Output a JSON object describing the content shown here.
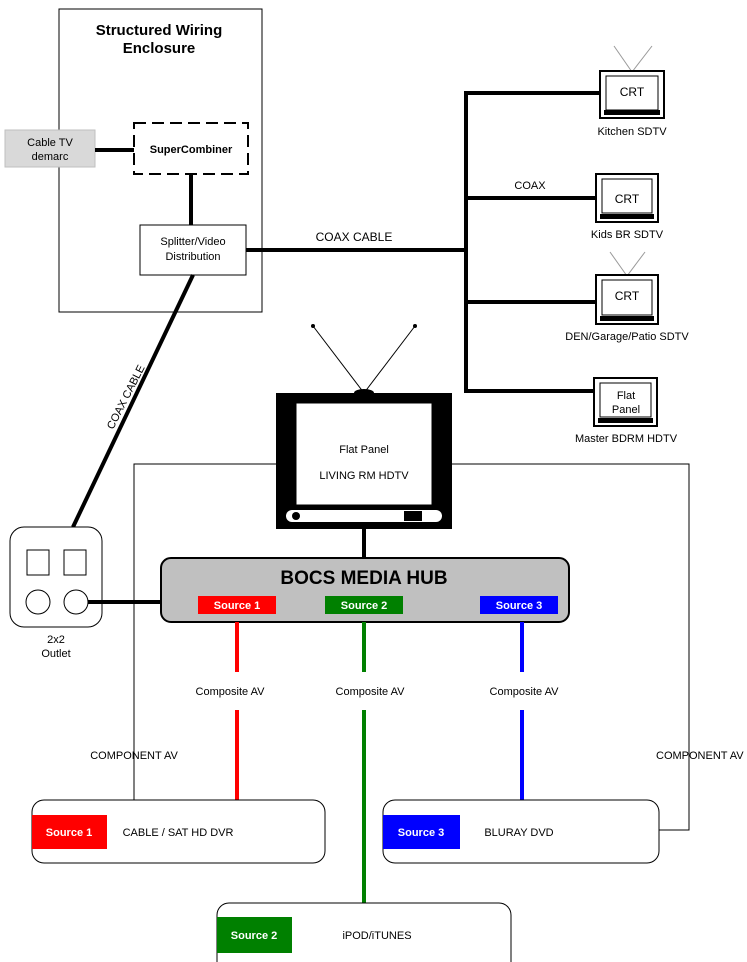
{
  "enclosure": {
    "title_line1": "Structured Wiring",
    "title_line2": "Enclosure"
  },
  "demarc": {
    "line1": "Cable TV",
    "line2": "demarc"
  },
  "supercombiner": {
    "label": "SuperCombiner"
  },
  "splitter": {
    "line1": "Splitter/Video",
    "line2": "Distribution"
  },
  "cables": {
    "coax_cable_main": "COAX CABLE",
    "coax_branch": "COAX",
    "coax_cable_diag": "COAX CABLE",
    "composite_1": "Composite AV",
    "composite_2": "Composite AV",
    "composite_3": "Composite AV",
    "component_left": "COMPONENT AV",
    "component_right": "COMPONENT AV"
  },
  "tvs": [
    {
      "screen": "CRT",
      "caption": "Kitchen SDTV"
    },
    {
      "screen": "CRT",
      "caption": "Kids BR SDTV"
    },
    {
      "screen": "CRT",
      "caption": "DEN/Garage/Patio SDTV"
    },
    {
      "screen_line1": "Flat",
      "screen_line2": "Panel",
      "caption": "Master BDRM HDTV"
    }
  ],
  "living_tv": {
    "line1": "Flat Panel",
    "line2": "LIVING RM HDTV"
  },
  "hub": {
    "title": "BOCS MEDIA HUB",
    "source1": "Source 1",
    "source2": "Source 2",
    "source3": "Source 3"
  },
  "outlet": {
    "line1": "2x2",
    "line2": "Outlet"
  },
  "devices": [
    {
      "badge": "Source 1",
      "label": "CABLE / SAT HD DVR"
    },
    {
      "badge": "Source 3",
      "label": "BLURAY DVD"
    },
    {
      "badge": "Source 2",
      "label": "iPOD/iTUNES"
    }
  ],
  "colors": {
    "source1": "#ff0000",
    "source2": "#008000",
    "source3": "#0000ff",
    "hub": "#c0c0c0"
  }
}
